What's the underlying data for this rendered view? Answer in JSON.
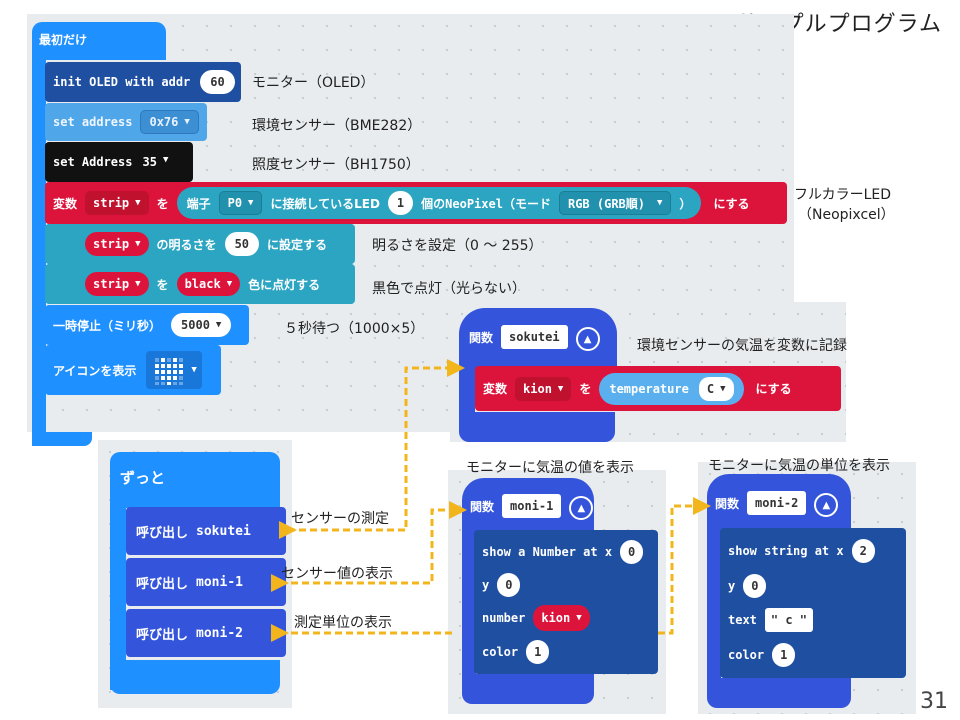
{
  "slide": {
    "title": "サンプルプログラム",
    "page_number": "31"
  },
  "colors": {
    "basic_blue": "#1e90ff",
    "setup_navy": "#1f4fa0",
    "bme_blue": "#4fa7ea",
    "dark": "#111111",
    "variable_red": "#dc143c",
    "neopixel_teal": "#2ca5c2",
    "function_navy": "#3455db",
    "oled_navy": "#1f4fa0",
    "arrow": "#f3b51c"
  },
  "on_start": {
    "header": "最初だけ",
    "oled": {
      "label": "init OLED with addr",
      "value": "60"
    },
    "bme": {
      "label": "set address",
      "value": "0x76"
    },
    "bh": {
      "label": "set Address",
      "value": "35"
    },
    "strip_set": {
      "var_label": "変数",
      "var": "strip",
      "to": "を",
      "port_label": "端子",
      "port": "P0",
      "connected": "に接続しているLED",
      "count": "1",
      "mode_prefix": "個のNeoPixel（モード",
      "mode": "RGB (GRB順)",
      "mode_close": "）",
      "suffix": "にする"
    },
    "brightness": {
      "var": "strip",
      "label": "の明るさを",
      "value": "50",
      "suffix": "に設定する"
    },
    "show_color": {
      "var": "strip",
      "to": "を",
      "color": "black",
      "suffix": "色に点灯する"
    },
    "pause": {
      "label": "一時停止（ミリ秒）",
      "value": "5000"
    },
    "show_icon": {
      "label": "アイコンを表示",
      "icon": "heart-icon"
    }
  },
  "notes": {
    "oled": "モニター（OLED）",
    "bme": "環境センサー（BME282）",
    "bh": "照度センサー（BH1750）",
    "neopixel_1": "フルカラーLED",
    "neopixel_2": "（Neopixcel）",
    "brightness": "明るさを設定（0 ～ 255）",
    "black": "黒色で点灯（光らない）",
    "pause": "５秒待つ（1000×5）",
    "sokutei": "環境センサーの気温を変数に記録",
    "moni1_title": "モニターに気温の値を表示",
    "moni2_title": "モニターに気温の単位を表示",
    "call_sokutei": "センサーの測定",
    "call_moni1": "センサー値の表示",
    "call_moni2": "測定単位の表示"
  },
  "forever": {
    "header": "ずっと",
    "calls": [
      {
        "label": "呼び出し",
        "name": "sokutei"
      },
      {
        "label": "呼び出し",
        "name": "moni-1"
      },
      {
        "label": "呼び出し",
        "name": "moni-2"
      }
    ]
  },
  "func_sokutei": {
    "header": "関数",
    "name": "sokutei",
    "body": {
      "var_label": "変数",
      "var": "kion",
      "to": "を",
      "sensor": "temperature",
      "unit": "C",
      "suffix": "にする"
    }
  },
  "func_moni1": {
    "header": "関数",
    "name": "moni-1",
    "show_label": "show a Number at x",
    "x": "0",
    "y_label": "y",
    "y": "0",
    "number_label": "number",
    "number": "kion",
    "color_label": "color",
    "color": "1"
  },
  "func_moni2": {
    "header": "関数",
    "name": "moni-2",
    "show_label": "show string at x",
    "x": "2",
    "y_label": "y",
    "y": "0",
    "text_label": "text",
    "text": "\" c \"",
    "color_label": "color",
    "color": "1"
  }
}
